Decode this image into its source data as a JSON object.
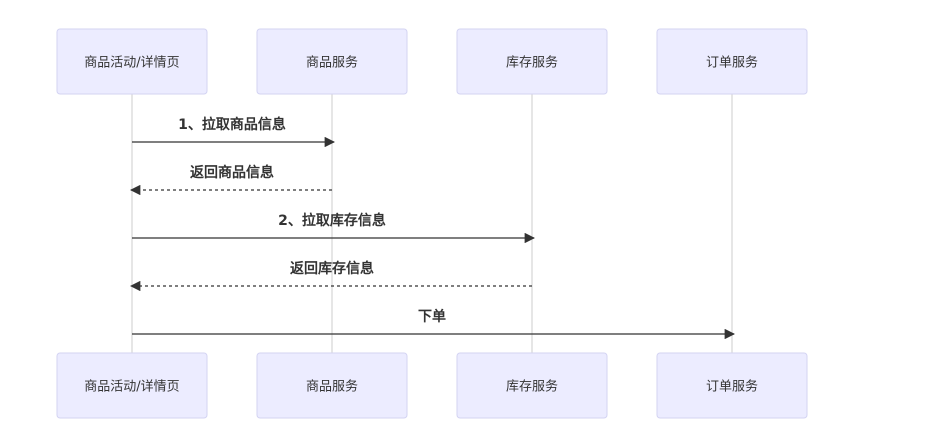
{
  "participants": [
    {
      "id": "p1",
      "label": "商品活动/详情页"
    },
    {
      "id": "p2",
      "label": "商品服务"
    },
    {
      "id": "p3",
      "label": "库存服务"
    },
    {
      "id": "p4",
      "label": "订单服务"
    }
  ],
  "messages": [
    {
      "from": 0,
      "to": 1,
      "label": "1、拉取商品信息",
      "style": "solid"
    },
    {
      "from": 1,
      "to": 0,
      "label": "返回商品信息",
      "style": "dashed"
    },
    {
      "from": 0,
      "to": 2,
      "label": "2、拉取库存信息",
      "style": "solid"
    },
    {
      "from": 2,
      "to": 0,
      "label": "返回库存信息",
      "style": "dashed"
    },
    {
      "from": 0,
      "to": 3,
      "label": "下单",
      "style": "solid"
    }
  ],
  "colors": {
    "actor_fill": "#ececff",
    "actor_stroke": "#d3d3f2",
    "lifeline": "#d6d6d6",
    "message": "#333333",
    "text": "#333333"
  }
}
